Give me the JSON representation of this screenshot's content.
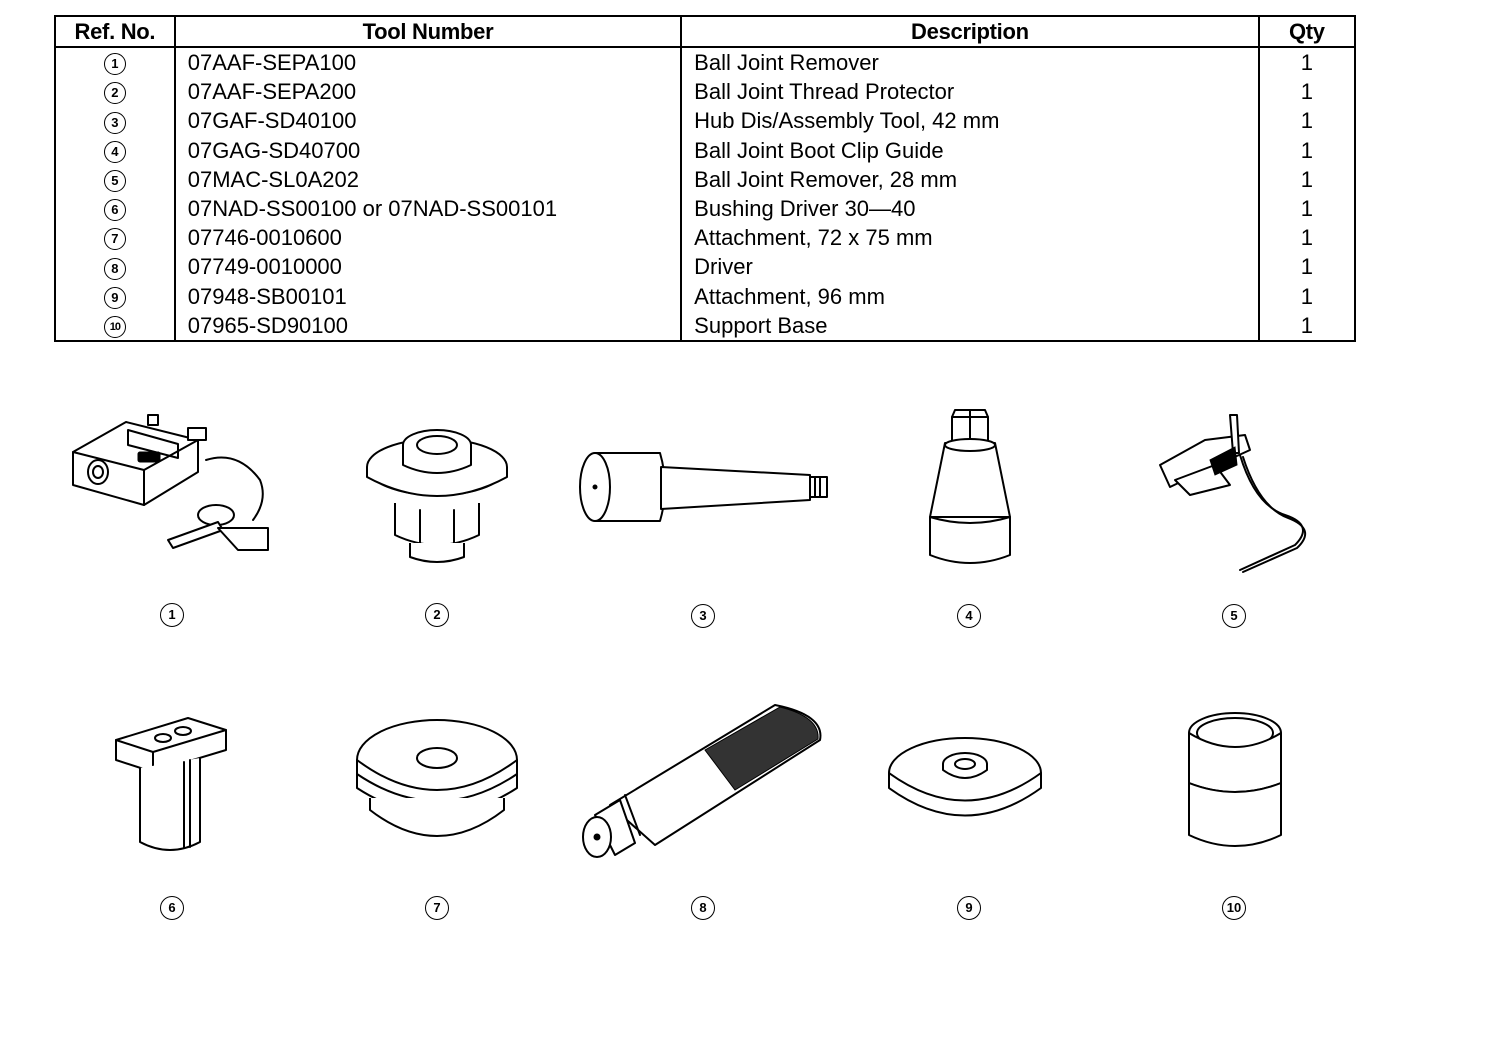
{
  "table": {
    "headers": {
      "ref": "Ref. No.",
      "tool": "Tool Number",
      "desc": "Description",
      "qty": "Qty"
    },
    "rows": [
      {
        "ref": "1",
        "tool": "07AAF-SEPA100",
        "desc": "Ball Joint Remover",
        "qty": "1"
      },
      {
        "ref": "2",
        "tool": "07AAF-SEPA200",
        "desc": "Ball Joint Thread Protector",
        "qty": "1"
      },
      {
        "ref": "3",
        "tool": "07GAF-SD40100",
        "desc": "Hub Dis/Assembly Tool, 42 mm",
        "qty": "1"
      },
      {
        "ref": "4",
        "tool": "07GAG-SD40700",
        "desc": "Ball Joint Boot Clip Guide",
        "qty": "1"
      },
      {
        "ref": "5",
        "tool": "07MAC-SL0A202",
        "desc": "Ball Joint Remover, 28 mm",
        "qty": "1"
      },
      {
        "ref": "6",
        "tool": "07NAD-SS00100 or 07NAD-SS00101",
        "desc": "Bushing Driver 30—40",
        "qty": "1"
      },
      {
        "ref": "7",
        "tool": "07746-0010600",
        "desc": "Attachment, 72 x 75 mm",
        "qty": "1"
      },
      {
        "ref": "8",
        "tool": "07749-0010000",
        "desc": "Driver",
        "qty": "1"
      },
      {
        "ref": "9",
        "tool": "07948-SB00101",
        "desc": "Attachment, 96 mm",
        "qty": "1"
      },
      {
        "ref": "10",
        "tool": "07965-SD90100",
        "desc": "Support Base",
        "qty": "1"
      }
    ]
  },
  "figures": {
    "labels": [
      "1",
      "2",
      "3",
      "4",
      "5",
      "6",
      "7",
      "8",
      "9",
      "10"
    ],
    "icons": [
      "ball-joint-remover-icon",
      "thread-protector-icon",
      "hub-tool-icon",
      "boot-clip-guide-icon",
      "ball-joint-remover-28mm-icon",
      "bushing-driver-icon",
      "attachment-72x75-icon",
      "driver-icon",
      "attachment-96mm-icon",
      "support-base-icon"
    ]
  }
}
